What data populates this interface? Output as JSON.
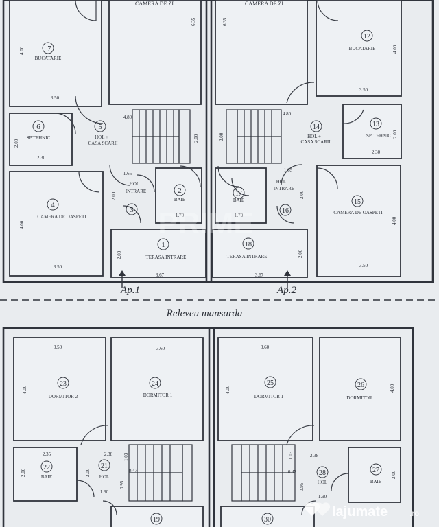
{
  "ground_floor": {
    "apartment_1": {
      "label": "Ap.1",
      "rooms": [
        {
          "num": "",
          "name": "CAMERA DE ZI",
          "dims": [
            "6.35"
          ]
        },
        {
          "num": "7",
          "name": "BUCATARIE",
          "dims": [
            "4.00",
            "3.50"
          ]
        },
        {
          "num": "6",
          "name": "SP.TEHNIC",
          "dims": [
            "2.00",
            "2.30"
          ]
        },
        {
          "num": "5",
          "name": "HOL +",
          "name2": "CASA SCARII",
          "dims": [
            "4.80",
            "2.00"
          ]
        },
        {
          "num": "3",
          "name": "HOL",
          "name2": "INTRARE",
          "dims": [
            "1.65",
            "2.00"
          ]
        },
        {
          "num": "2",
          "name": "BAIE",
          "dims": [
            "1.70"
          ]
        },
        {
          "num": "4",
          "name": "CAMERA DE OASPETI",
          "dims": [
            "4.00",
            "3.50"
          ]
        },
        {
          "num": "1",
          "name": "TERASA INTRARE",
          "dims": [
            "2.00",
            "3.67"
          ]
        }
      ]
    },
    "apartment_2": {
      "label": "Ap.2",
      "rooms": [
        {
          "num": "",
          "name": "CAMERA DE ZI",
          "dims": [
            "6.35"
          ]
        },
        {
          "num": "12",
          "name": "BUCATARIE",
          "dims": [
            "4.00",
            "3.50"
          ]
        },
        {
          "num": "13",
          "name": "SP. TEHNIC",
          "dims": [
            "2.00",
            "2.30"
          ]
        },
        {
          "num": "14",
          "name": "HOL +",
          "name2": "CASA SCARII",
          "dims": [
            "4.80",
            "2.00"
          ]
        },
        {
          "num": "16",
          "name": "HOL",
          "name2": "INTRARE",
          "dims": [
            "1.65",
            "2.00"
          ]
        },
        {
          "num": "17",
          "name": "BAIE",
          "dims": [
            "1.70"
          ]
        },
        {
          "num": "15",
          "name": "CAMERA DE OASPETI",
          "dims": [
            "4.00",
            "3.50"
          ]
        },
        {
          "num": "18",
          "name": "TERASA INTRARE",
          "dims": [
            "2.00",
            "3.67"
          ]
        }
      ]
    }
  },
  "section_title": "Releveu mansarda",
  "attic": {
    "left": {
      "rooms": [
        {
          "num": "23",
          "name": "DORMITOR 2",
          "dims": [
            "3.50",
            "4.00"
          ]
        },
        {
          "num": "24",
          "name": "DORMITOR 1",
          "dims": [
            "3.60"
          ]
        },
        {
          "num": "22",
          "name": "BAIE",
          "dims": [
            "2.35",
            "2.00"
          ]
        },
        {
          "num": "21",
          "name": "HOL",
          "dims": [
            "2.38",
            "2.00",
            "1.03",
            "0.47",
            "1.90",
            "0.95"
          ]
        },
        {
          "num": "19",
          "name": "",
          "dims": []
        }
      ]
    },
    "right": {
      "rooms": [
        {
          "num": "25",
          "name": "DORMITOR 1",
          "dims": [
            "3.60",
            "4.00"
          ]
        },
        {
          "num": "26",
          "name": "DORMITOR",
          "dims": [
            "4.00"
          ]
        },
        {
          "num": "28",
          "name": "HOL",
          "dims": [
            "2.38",
            "1.03",
            "0.47",
            "0.95",
            "1.90"
          ]
        },
        {
          "num": "27",
          "name": "BAIE",
          "dims": [
            "2.00"
          ]
        },
        {
          "num": "30",
          "name": "",
          "dims": []
        }
      ]
    }
  },
  "watermark": {
    "ghost_text": "PRIME",
    "brand": "lajumate",
    "brand_suffix": ".ro"
  }
}
